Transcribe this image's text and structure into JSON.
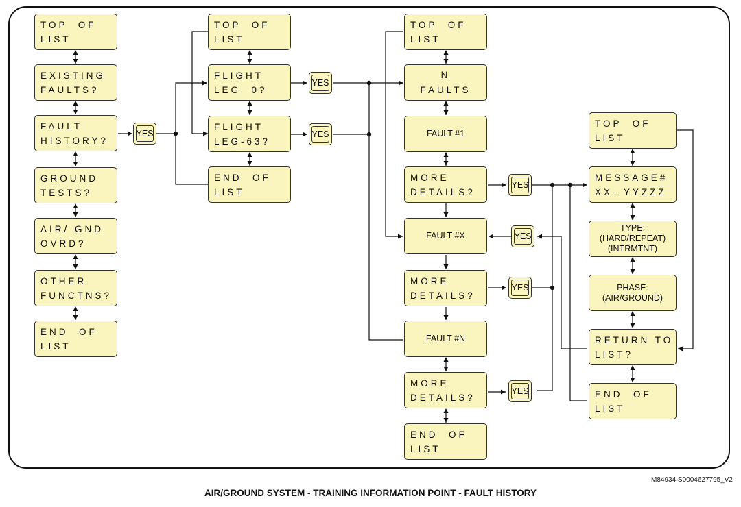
{
  "diagram": {
    "column1": [
      {
        "id": "c1-top",
        "l1": "TOP  OF",
        "l2": "LIST"
      },
      {
        "id": "c1-existing",
        "l1": "EXISTING",
        "l2": "FAULTS?"
      },
      {
        "id": "c1-fault-history",
        "l1": "FAULT",
        "l2": "HISTORY?"
      },
      {
        "id": "c1-ground-tests",
        "l1": "GROUND",
        "l2": "TESTS?"
      },
      {
        "id": "c1-air-gnd",
        "l1": "AIR/ GND",
        "l2": "OVRD?"
      },
      {
        "id": "c1-other",
        "l1": "OTHER",
        "l2": "FUNCTNS?"
      },
      {
        "id": "c1-end",
        "l1": "END  OF",
        "l2": "LIST"
      }
    ],
    "column2": [
      {
        "id": "c2-top",
        "l1": "TOP  OF",
        "l2": "LIST"
      },
      {
        "id": "c2-leg0",
        "l1": "FLIGHT",
        "l2": "LEG  0?"
      },
      {
        "id": "c2-leg63",
        "l1": "FLIGHT",
        "l2": "LEG-63?"
      },
      {
        "id": "c2-end",
        "l1": "END  OF",
        "l2": "LIST"
      }
    ],
    "column3": [
      {
        "id": "c3-top",
        "l1": "TOP  OF",
        "l2": "LIST"
      },
      {
        "id": "c3-n-faults",
        "l1": "N",
        "l2": "FAULTS"
      },
      {
        "id": "c3-fault1",
        "text": "FAULT #1"
      },
      {
        "id": "c3-more1",
        "l1": "MORE",
        "l2": "DETAILS?"
      },
      {
        "id": "c3-faultx",
        "text": "FAULT #X"
      },
      {
        "id": "c3-more2",
        "l1": "MORE",
        "l2": "DETAILS?"
      },
      {
        "id": "c3-faultn",
        "text": "FAULT #N"
      },
      {
        "id": "c3-more3",
        "l1": "MORE",
        "l2": "DETAILS?"
      },
      {
        "id": "c3-end",
        "l1": "END  OF",
        "l2": "LIST"
      }
    ],
    "column4": [
      {
        "id": "c4-top",
        "l1": "TOP  OF",
        "l2": "LIST"
      },
      {
        "id": "c4-message",
        "l1": "MESSAGE#",
        "l2": "XX- YYZZZ"
      },
      {
        "id": "c4-type",
        "l1": "TYPE:",
        "l2": "(HARD/REPEAT)",
        "l3": "(INTRMTNT)"
      },
      {
        "id": "c4-phase",
        "l1": "PHASE:",
        "l2": "(AIR/GROUND)"
      },
      {
        "id": "c4-return",
        "l1": "RETURN TO",
        "l2": "LIST?"
      },
      {
        "id": "c4-end",
        "l1": "END  OF",
        "l2": "LIST"
      }
    ],
    "yes_label": "YES"
  },
  "figure_code": "M84934 S0004627795_V2",
  "caption": "AIR/GROUND SYSTEM - TRAINING INFORMATION POINT - FAULT HISTORY"
}
